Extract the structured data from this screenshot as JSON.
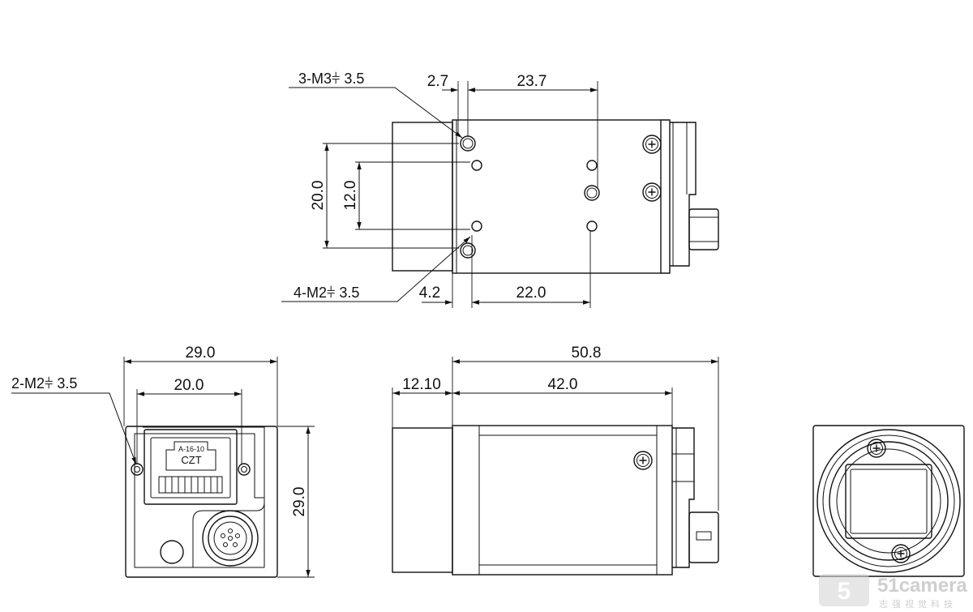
{
  "views": {
    "top": {
      "callout_top": "3-M3⫩ 3.5",
      "callout_bottom": "4-M2⫩ 3.5",
      "dim_top_left": "2.7",
      "dim_top_right": "23.7",
      "dim_bottom_left": "4.2",
      "dim_bottom_right": "22.0",
      "dim_outer_vertical": "20.0",
      "dim_inner_vertical": "12.0"
    },
    "rear": {
      "callout": "2-M2⫩ 3.5",
      "dim_width": "29.0",
      "dim_inner_width": "20.0",
      "dim_height": "29.0",
      "connector_code": "A-16-10",
      "connector_brand": "CZT"
    },
    "side": {
      "dim_overall": "50.8",
      "dim_lens": "12.10",
      "dim_body": "42.0"
    }
  },
  "watermark": {
    "brand": "51camera",
    "tagline": "志强视觉科技"
  }
}
